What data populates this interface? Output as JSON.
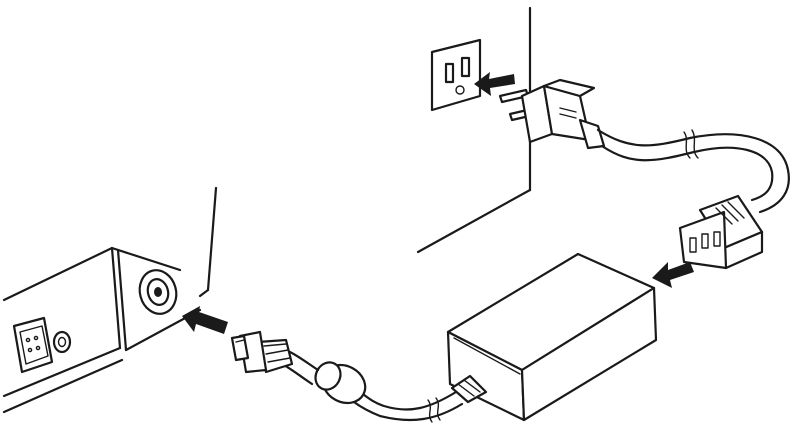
{
  "diagram": {
    "colors": {
      "line": "#1a1a1a",
      "background": "#ffffff"
    },
    "components": [
      "wall-outlet",
      "mains-plug",
      "power-cord",
      "iec-connector",
      "ac-adapter",
      "dc-cable",
      "dc-plug",
      "device-power-jack"
    ],
    "arrows": [
      "arrow-into-outlet",
      "arrow-into-adapter",
      "arrow-into-device"
    ]
  }
}
